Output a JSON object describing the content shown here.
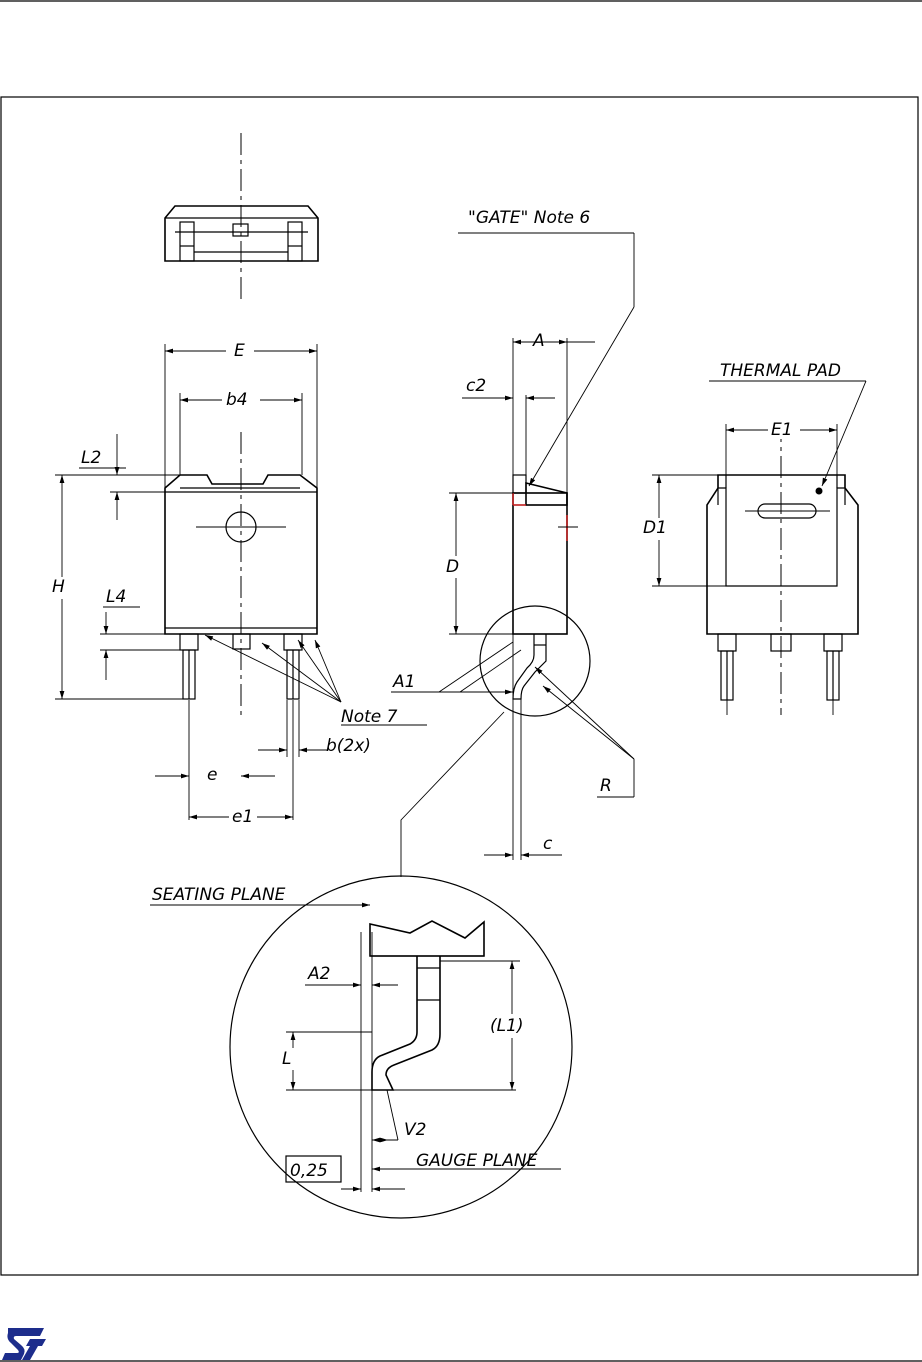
{
  "labels": {
    "gate": "\"GATE\"  Note  6",
    "A": "A",
    "c2": "c2",
    "D": "D",
    "A1": "A1",
    "R": "R",
    "c": "c",
    "E": "E",
    "b4": "b4",
    "L2": "L2",
    "H": "H",
    "L4": "L4",
    "note7": "Note  7",
    "b2x": "b(2x)",
    "e": "e",
    "e1": "e1",
    "thermal_pad": "THERMAL  PAD",
    "E1": "E1",
    "D1": "D1",
    "seating_plane": "SEATING  PLANE",
    "A2": "A2",
    "L1": "(L1)",
    "L": "L",
    "V2": "V2",
    "gauge_value": "0,25",
    "gauge_plane": "GAUGE  PLANE"
  },
  "colors": {
    "line": "#000000",
    "gate_highlight": "#d21c1c",
    "background": "#ffffff"
  },
  "icons": {
    "logo": "st-logo-icon"
  }
}
